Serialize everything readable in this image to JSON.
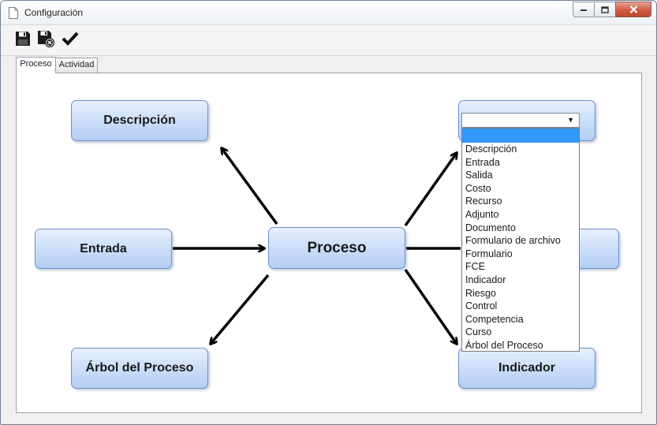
{
  "window": {
    "title": "Configuración",
    "title_icon": "document-icon"
  },
  "toolbar": {
    "buttons": [
      {
        "name": "save-button",
        "icon": "floppy-disk-icon"
      },
      {
        "name": "save-close-button",
        "icon": "floppy-disk-close-icon"
      },
      {
        "name": "confirm-button",
        "icon": "checkmark-icon"
      }
    ]
  },
  "tabs": [
    {
      "label": "Proceso",
      "active": true
    },
    {
      "label": "Actividad",
      "active": false
    }
  ],
  "diagram": {
    "center": "Proceso",
    "nodes": {
      "top_left": "Descripción",
      "left": "Entrada",
      "bottom_left": "Árbol del Proceso",
      "bottom_right": "Indicador"
    }
  },
  "combo": {
    "value": "",
    "options": [
      "",
      "Descripción",
      "Entrada",
      "Salida",
      "Costo",
      "Recurso",
      "Adjunto",
      "Documento",
      "Formulario de archivo",
      "Formulario",
      "FCE",
      "Indicador",
      "Riesgo",
      "Control",
      "Competencia",
      "Curso",
      "Árbol del Proceso"
    ]
  },
  "colors": {
    "node_border": "#6d90c8",
    "node_fill": "#c9dcf8",
    "selection": "#3399ff",
    "close_button": "#cf5a43"
  }
}
